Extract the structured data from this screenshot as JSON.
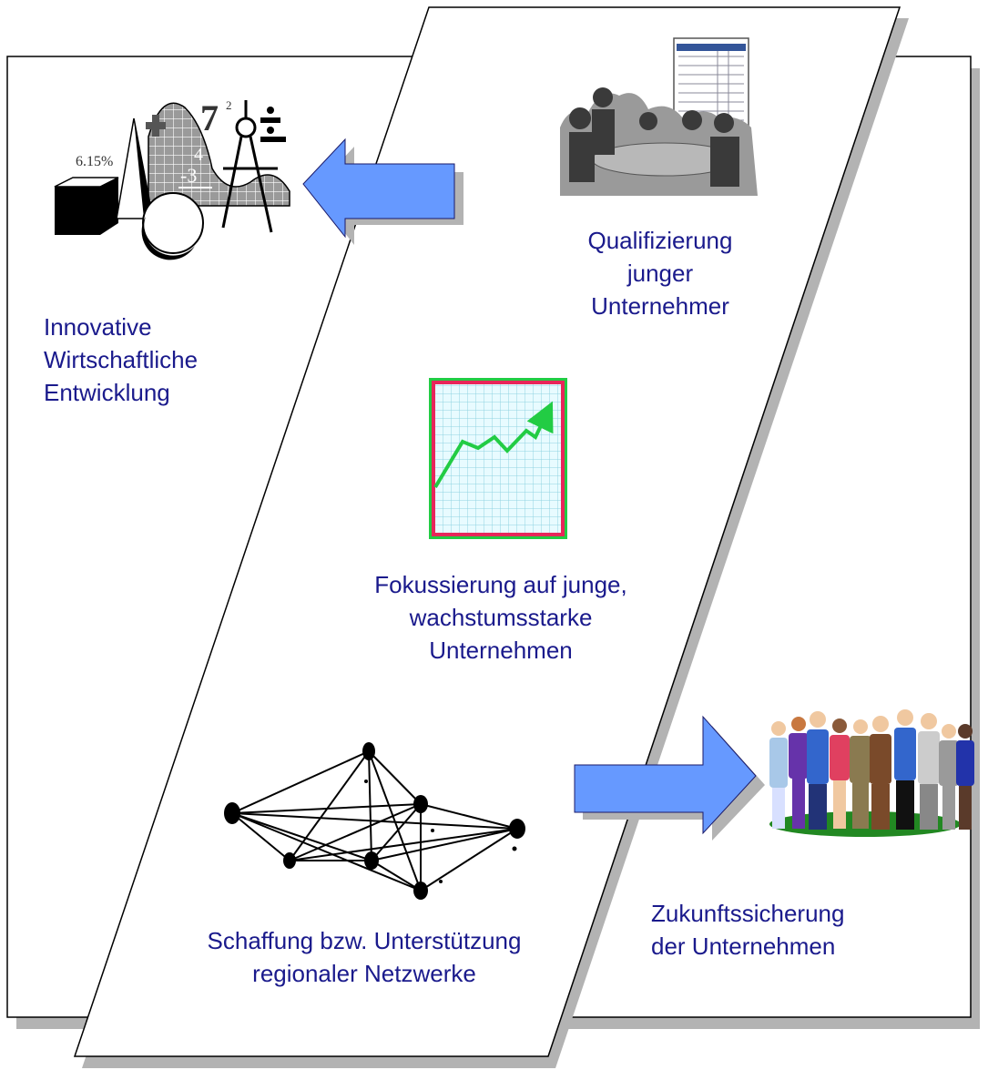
{
  "labels": {
    "innovative": [
      "Innovative",
      "Wirtschaftliche",
      "Entwicklung"
    ],
    "qualifizierung": [
      "Qualifizierung",
      "junger",
      "Unternehmer"
    ],
    "fokussierung": [
      "Fokussierung auf junge,",
      "wachstumsstarke",
      "Unternehmen"
    ],
    "netzwerke": [
      "Schaffung bzw. Unterstützung",
      "regionaler Netzwerke"
    ],
    "zukunft": [
      "Zukunftssicherung",
      "der Unternehmen"
    ]
  },
  "clipart_text": {
    "percent": "6.15%",
    "seven": "7",
    "exponent": "2",
    "four": "4",
    "minus_three": "-3"
  },
  "colors": {
    "label_text": "#1a1a8c",
    "arrow_fill": "#6699ff",
    "shadow": "#b3b3b3",
    "grid": "#8fd3e0",
    "chart_frame": "#e8265a",
    "trend_line": "#22cc44"
  },
  "icons": [
    "geometry-math-clipart",
    "meeting-clipart",
    "growth-chart-clipart",
    "network-clipart",
    "people-group-clipart",
    "arrow-left-icon",
    "arrow-right-icon"
  ]
}
